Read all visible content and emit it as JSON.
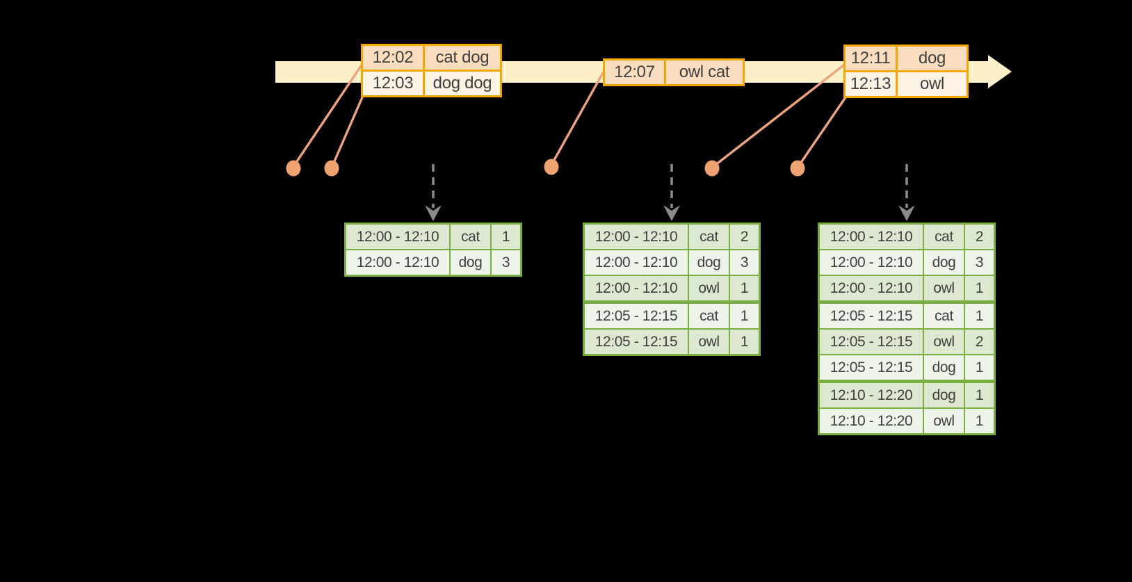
{
  "timeline": {
    "description": "event-time stream with arriving records",
    "event_tables": [
      {
        "rows": [
          {
            "time": "12:02",
            "words": "cat dog"
          },
          {
            "time": "12:03",
            "words": "dog dog"
          }
        ]
      },
      {
        "rows": [
          {
            "time": "12:07",
            "words": "owl cat"
          }
        ]
      },
      {
        "rows": [
          {
            "time": "12:11",
            "words": "dog"
          },
          {
            "time": "12:13",
            "words": "owl"
          }
        ]
      }
    ]
  },
  "result_tables": [
    {
      "rows": [
        {
          "window": "12:00 - 12:10",
          "word": "cat",
          "count": 1
        },
        {
          "window": "12:00 - 12:10",
          "word": "dog",
          "count": 3
        }
      ]
    },
    {
      "rows": [
        {
          "window": "12:00 - 12:10",
          "word": "cat",
          "count": 2
        },
        {
          "window": "12:00 - 12:10",
          "word": "dog",
          "count": 3
        },
        {
          "window": "12:00 - 12:10",
          "word": "owl",
          "count": 1
        },
        {
          "window": "12:05 - 12:15",
          "word": "cat",
          "count": 1
        },
        {
          "window": "12:05 - 12:15",
          "word": "owl",
          "count": 1
        }
      ]
    },
    {
      "rows": [
        {
          "window": "12:00 - 12:10",
          "word": "cat",
          "count": 2
        },
        {
          "window": "12:00 - 12:10",
          "word": "dog",
          "count": 3
        },
        {
          "window": "12:00 - 12:10",
          "word": "owl",
          "count": 1
        },
        {
          "window": "12:05 - 12:15",
          "word": "cat",
          "count": 1
        },
        {
          "window": "12:05 - 12:15",
          "word": "owl",
          "count": 2
        },
        {
          "window": "12:05 - 12:15",
          "word": "dog",
          "count": 1
        },
        {
          "window": "12:10 - 12:20",
          "word": "dog",
          "count": 1
        },
        {
          "window": "12:10 - 12:20",
          "word": "owl",
          "count": 1
        }
      ]
    }
  ],
  "icons": {
    "timeline_arrowhead": "right-arrowhead",
    "event_dot": "arrival-dot",
    "trigger_arrow": "dashed-down-arrow"
  },
  "colors": {
    "band": "#FBF0C7",
    "orange": "#F2A702",
    "peach": "#F9DDBE",
    "cream": "#FDF3E4",
    "salmon": "#EDA47E",
    "dot": "#F0A371",
    "green": "#79AE42",
    "gcell-dark": "#DCE8D0",
    "gcell-light": "#EFF4EA",
    "gray": "#8A8A8A",
    "background": "#000000"
  }
}
